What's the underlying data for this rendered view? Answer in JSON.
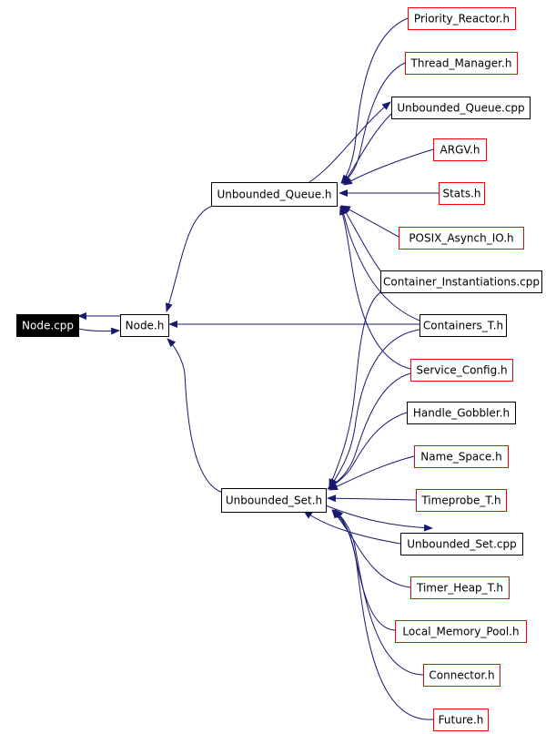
{
  "colors": {
    "edge": "#191970",
    "box_black": "#000000",
    "box_red": "#ff0000",
    "root_fill": "#000000",
    "root_text": "#ffffff",
    "text": "#000000"
  },
  "nodes": {
    "node_cpp": {
      "label": "Node.cpp",
      "style": "root"
    },
    "node_h": {
      "label": "Node.h",
      "style": "black"
    },
    "unbounded_queue_h": {
      "label": "Unbounded_Queue.h",
      "style": "black"
    },
    "unbounded_set_h": {
      "label": "Unbounded_Set.h",
      "style": "black"
    },
    "priority_reactor_h": {
      "label": "Priority_Reactor.h",
      "style": "red"
    },
    "thread_manager_h": {
      "label": "Thread_Manager.h",
      "style": "red"
    },
    "unbounded_queue_cpp": {
      "label": "Unbounded_Queue.cpp",
      "style": "black"
    },
    "argv_h": {
      "label": "ARGV.h",
      "style": "red"
    },
    "stats_h": {
      "label": "Stats.h",
      "style": "red"
    },
    "posix_asynch_io_h": {
      "label": "POSIX_Asynch_IO.h",
      "style": "red"
    },
    "container_instantiations_cpp": {
      "label": "Container_Instantiations.cpp",
      "style": "black"
    },
    "containers_t_h": {
      "label": "Containers_T.h",
      "style": "black"
    },
    "service_config_h": {
      "label": "Service_Config.h",
      "style": "red"
    },
    "handle_gobbler_h": {
      "label": "Handle_Gobbler.h",
      "style": "black"
    },
    "name_space_h": {
      "label": "Name_Space.h",
      "style": "red"
    },
    "timeprobe_t_h": {
      "label": "Timeprobe_T.h",
      "style": "red"
    },
    "unbounded_set_cpp": {
      "label": "Unbounded_Set.cpp",
      "style": "black"
    },
    "timer_heap_t_h": {
      "label": "Timer_Heap_T.h",
      "style": "red"
    },
    "local_memory_pool_h": {
      "label": "Local_Memory_Pool.h",
      "style": "red"
    },
    "connector_h": {
      "label": "Connector.h",
      "style": "red"
    },
    "future_h": {
      "label": "Future.h",
      "style": "red"
    }
  }
}
